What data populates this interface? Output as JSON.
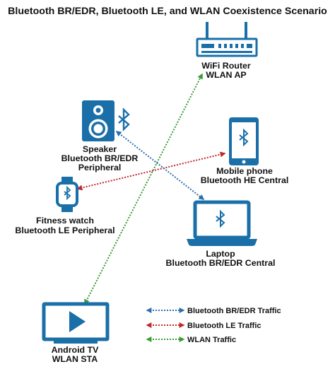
{
  "title": "Bluetooth BR/EDR, Bluetooth LE, and WLAN Coexistence Scenario",
  "colors": {
    "device": "#1a6fa8",
    "bt_bredr": "#2a6fae",
    "bt_le": "#c0282d",
    "wlan": "#3a9a35",
    "text": "#111111"
  },
  "devices": {
    "router": {
      "icon": "wifi-router-icon",
      "line1": "WiFi Router",
      "line2": "WLAN AP"
    },
    "speaker": {
      "icon": "speaker-icon",
      "line1": "Speaker",
      "line2": "Bluetooth BR/EDR",
      "line3": "Peripheral"
    },
    "phone": {
      "icon": "mobile-phone-icon",
      "line1": "Mobile phone",
      "line2": "Bluetooth HE Central"
    },
    "watch": {
      "icon": "fitness-watch-icon",
      "line1": "Fitness watch",
      "line2": "Bluetooth LE Peripheral"
    },
    "laptop": {
      "icon": "laptop-icon",
      "line1": "Laptop",
      "line2": "Bluetooth BR/EDR Central"
    },
    "tv": {
      "icon": "tv-icon",
      "line1": "Android TV",
      "line2": "WLAN STA"
    }
  },
  "legend": [
    {
      "key": "bt_bredr",
      "label": "Bluetooth BR/EDR Traffic"
    },
    {
      "key": "bt_le",
      "label": "Bluetooth LE Traffic"
    },
    {
      "key": "wlan",
      "label": "WLAN Traffic"
    }
  ]
}
